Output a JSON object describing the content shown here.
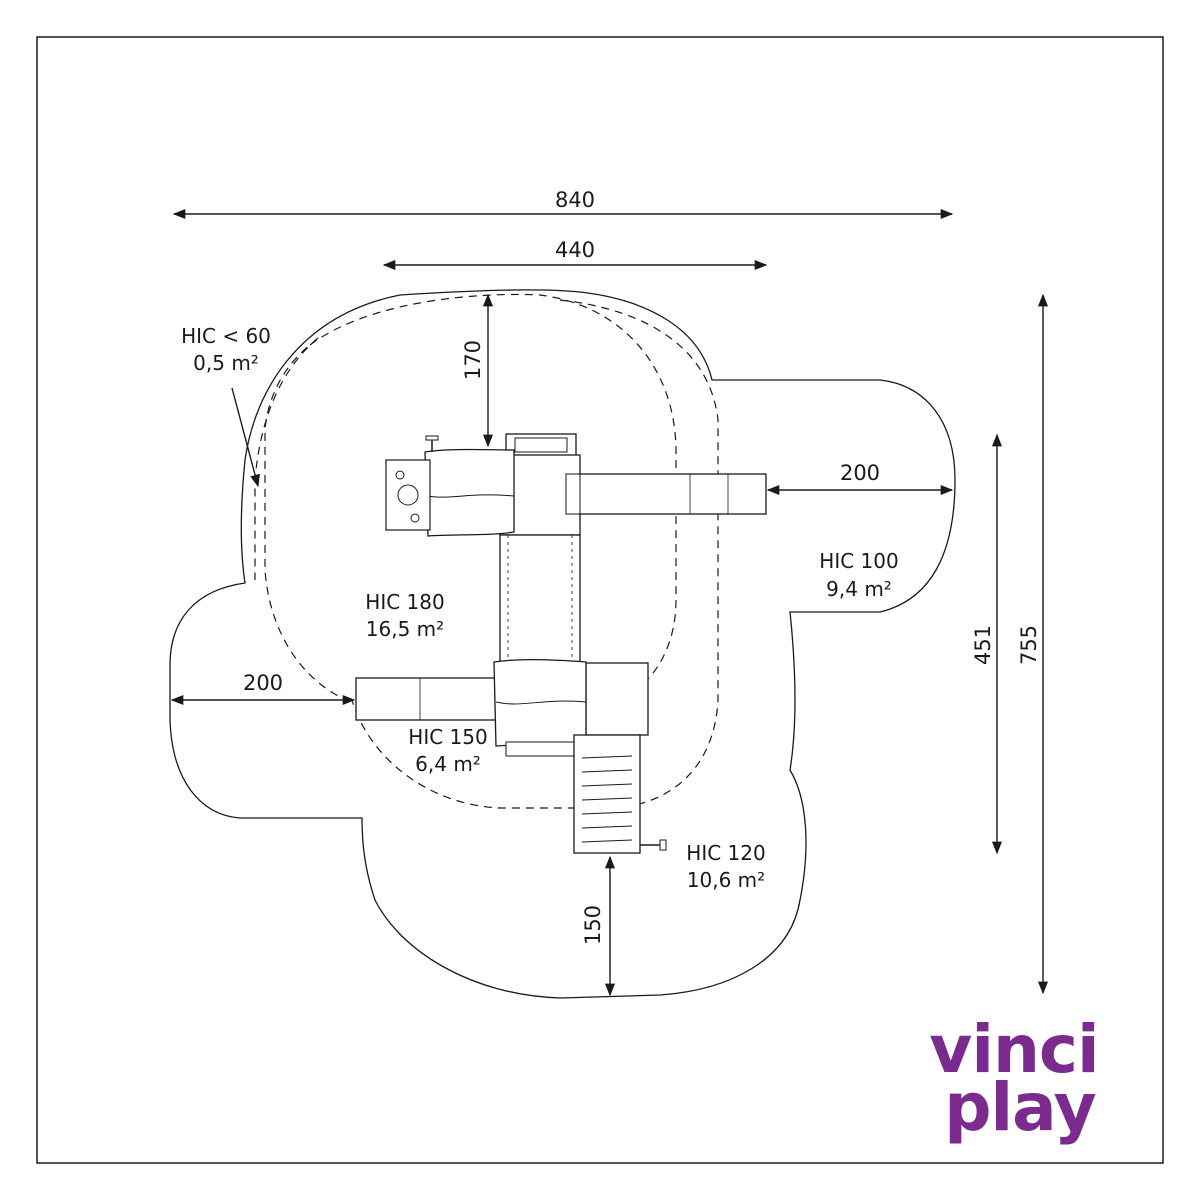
{
  "dimensions": {
    "overall_width": "840",
    "structure_width": "440",
    "top_clearance": "170",
    "right_slide_clearance": "200",
    "left_slide_clearance": "200",
    "inner_height": "451",
    "overall_height": "755",
    "bottom_clearance": "150"
  },
  "zones": [
    {
      "name": "HIC < 60",
      "area": "0,5 m²"
    },
    {
      "name": "HIC 180",
      "area": "16,5 m²"
    },
    {
      "name": "HIC 100",
      "area": "9,4 m²"
    },
    {
      "name": "HIC 150",
      "area": "6,4 m²"
    },
    {
      "name": "HIC 120",
      "area": "10,6 m²"
    }
  ],
  "brand": {
    "line1": "vinci",
    "line2": "play",
    "color": "#7b2a8e"
  },
  "colors": {
    "line": "#1a1a1a",
    "background": "#ffffff"
  }
}
